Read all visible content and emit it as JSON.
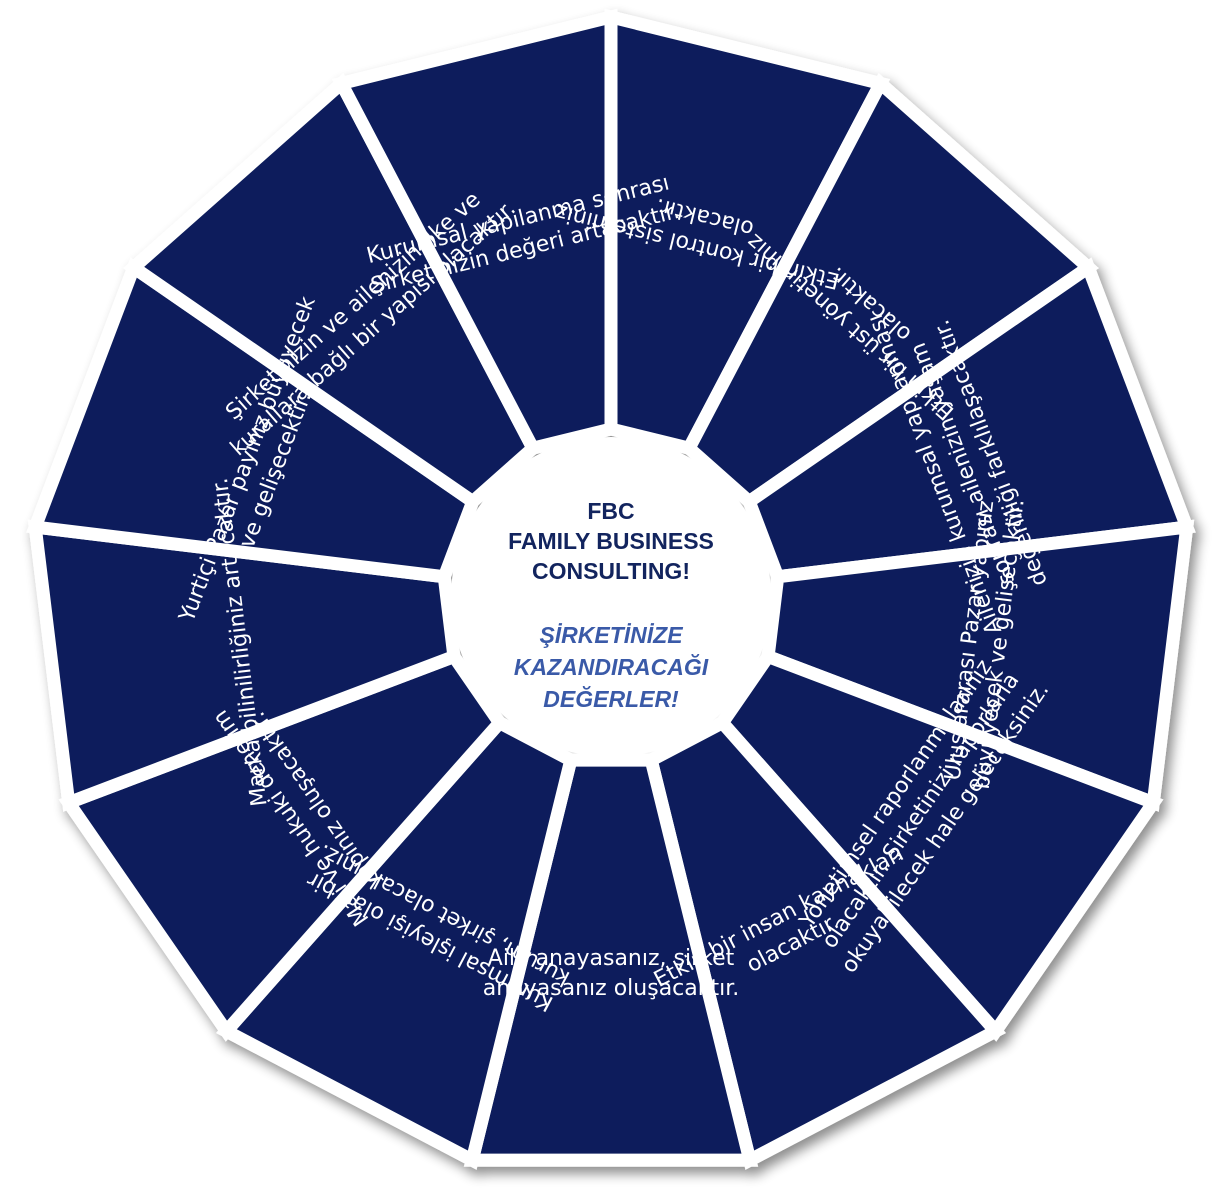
{
  "diagram": {
    "colors": {
      "segment_fill": "#0d1f5c",
      "segment_shadow": "#5a6a8e",
      "divider": "#ffffff",
      "center_fill": "#ffffff",
      "center_title_color": "#12245e",
      "center_subtitle_color": "#3a5aa8"
    },
    "center": {
      "title_lines": [
        "FBC",
        "FAMILY BUSINESS",
        "CONSULTING!"
      ],
      "subtitle_lines": [
        "ŞİRKETİNİZE",
        "KAZANDIRACAĞI",
        "DEĞERLER!"
      ]
    },
    "segments": [
      {
        "lines": [
          "Etkin bir kontrol sisteminiz",
          "olacaktır."
        ]
      },
      {
        "lines": [
          "Etkin bir üst yönetiminiz",
          "olacaktır."
        ]
      },
      {
        "lines": [
          "Ailenizin kurumsal yapılanması",
          "sonrası ailenizin yaşam",
          "değerliliği farklılaşacaktır."
        ]
      },
      {
        "lines": [
          "Uluslararası Pazar yapınız",
          "büyüyecek ve gelişecektir."
        ]
      },
      {
        "lines": [
          "Yönetimsel raporlanmalarınız",
          "olacaktır. Şirketinizi raporlarla",
          "okuyabilecek hale geleceksiniz."
        ]
      },
      {
        "lines": [
          "Etkin bir insan kaynakları",
          "olacaktır."
        ]
      },
      {
        "lines": [
          "Aile anayasanız, şirket",
          "anayasanız oluşacaktır."
        ]
      },
      {
        "lines": [
          "Kurumsal işleyişi olan bir",
          "kurum, şirket olacaksınız."
        ]
      },
      {
        "lines": [
          "Mali ve hukuki denetim",
          "yapınız oluşacaktır."
        ]
      },
      {
        "lines": [
          "Marka bilinilirliğiniz artacaktır."
        ]
      },
      {
        "lines": [
          "Yurtiçi Pazar payınız büyüyecek",
          "ve gelişecektir."
        ]
      },
      {
        "lines": [
          "Şirketinizin ve ailenizin ilke ve",
          "kurallara bağlı bir yapısı olacaktır."
        ]
      },
      {
        "lines": [
          "Kurumsal yapılanma sonrası",
          "Şirketinizin değeri artacaktır."
        ]
      }
    ]
  }
}
